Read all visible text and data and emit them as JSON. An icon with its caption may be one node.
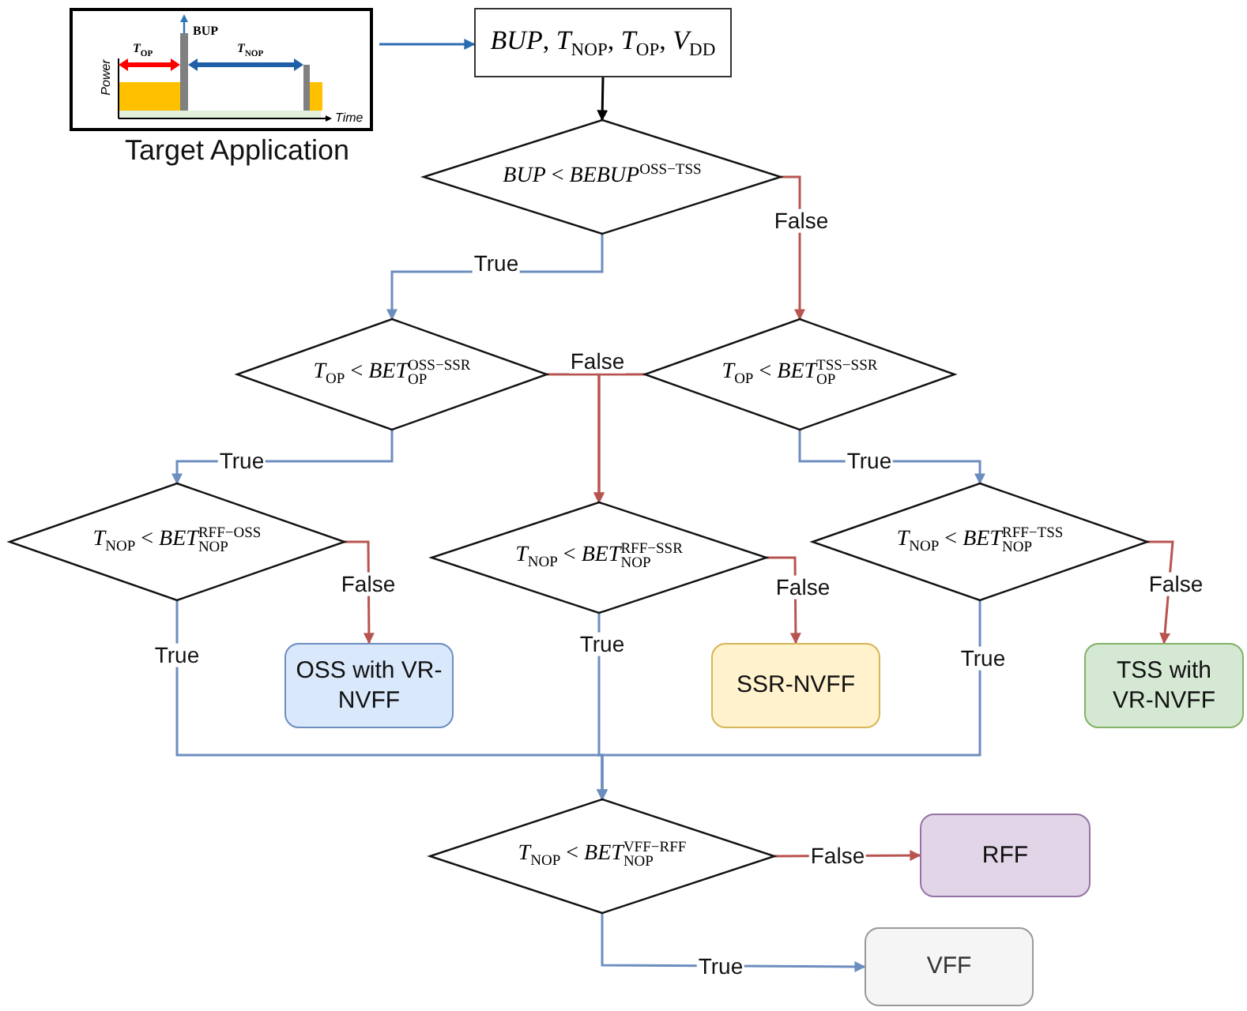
{
  "diagram": {
    "nodes": [
      {
        "text": [
          "Target Application"
        ]
      },
      {
        "text": [
          "*BUP*, *T*$_{NOP}$, *T*$_{OP}$, *V*$_{DD}$"
        ]
      },
      {
        "text": [
          "*BUP* < *BEBUP*$^{OSS−TSS}$"
        ]
      },
      {
        "text": [
          "*T*$_{OP}$ < *BET*$_{OP}$$^{OSS−SSR}$"
        ]
      },
      {
        "text": [
          "*T*$_{OP}$ < *BET*$_{OP}$$^{TSS−SSR}$"
        ]
      },
      {
        "text": [
          "*T*$_{NOP}$ < *BET*$_{NOP}$$^{RFF−OSS}$"
        ]
      },
      {
        "text": [
          "*T*$_{NOP}$ < *BET*$_{NOP}$$^{RFF−SSR}$"
        ]
      },
      {
        "text": [
          "*T*$_{NOP}$ < *BET*$_{NOP}$$^{RFF−TSS}$"
        ]
      },
      {
        "text": [
          "OSS with VR-NVFF"
        ]
      },
      {
        "text": [
          "SSR-NVFF"
        ]
      },
      {
        "text": [
          "TSS with VR-NVFF"
        ]
      },
      {
        "text": [
          "*T*$_{NOP}$ < *BET*$_{NOP}$$^{VFF−RFF}$"
        ]
      },
      {
        "text": [
          "RFF"
        ]
      },
      {
        "text": [
          "VFF"
        ]
      }
    ],
    "edges": [
      {
        "from": 0,
        "to": 1,
        "arrow": "to",
        "color": "#2b6cb0"
      },
      {
        "from": 1,
        "to": 2,
        "arrow": "to",
        "color": "#000000"
      },
      {
        "from": 2,
        "to": 3,
        "arrow": "to",
        "label": "True",
        "color": "#6c8ebf"
      },
      {
        "from": 2,
        "to": 4,
        "arrow": "to",
        "label": "False",
        "color": "#b85450"
      },
      {
        "from": 3,
        "to": 5,
        "arrow": "to",
        "label": "True",
        "color": "#6c8ebf"
      },
      {
        "from": 3,
        "to": 6,
        "arrow": "to",
        "label": "False",
        "color": "#b85450"
      },
      {
        "from": 4,
        "to": 6,
        "arrow": "to",
        "color": "#b85450"
      },
      {
        "from": 4,
        "to": 7,
        "arrow": "to",
        "label": "True",
        "color": "#6c8ebf"
      },
      {
        "from": 5,
        "to": 8,
        "arrow": "to",
        "label": "False",
        "color": "#b85450"
      },
      {
        "from": 6,
        "to": 9,
        "arrow": "to",
        "label": "False",
        "color": "#b85450"
      },
      {
        "from": 7,
        "to": 10,
        "arrow": "to",
        "label": "False",
        "color": "#b85450"
      },
      {
        "from": 5,
        "to": 11,
        "arrow": "to",
        "label": "True",
        "color": "#6c8ebf"
      },
      {
        "from": 6,
        "to": 11,
        "arrow": "to",
        "label": "True",
        "color": "#6c8ebf"
      },
      {
        "from": 7,
        "to": 11,
        "arrow": "to",
        "label": "True",
        "color": "#6c8ebf"
      },
      {
        "from": 11,
        "to": 12,
        "arrow": "to",
        "label": "False",
        "color": "#b85450"
      },
      {
        "from": 11,
        "to": 13,
        "arrow": "to",
        "label": "True",
        "color": "#6c8ebf"
      }
    ],
    "labels": [
      "BUP",
      "*T*$_{OP}$",
      "*T*$_{NOP}$",
      "Power",
      "Time"
    ]
  }
}
